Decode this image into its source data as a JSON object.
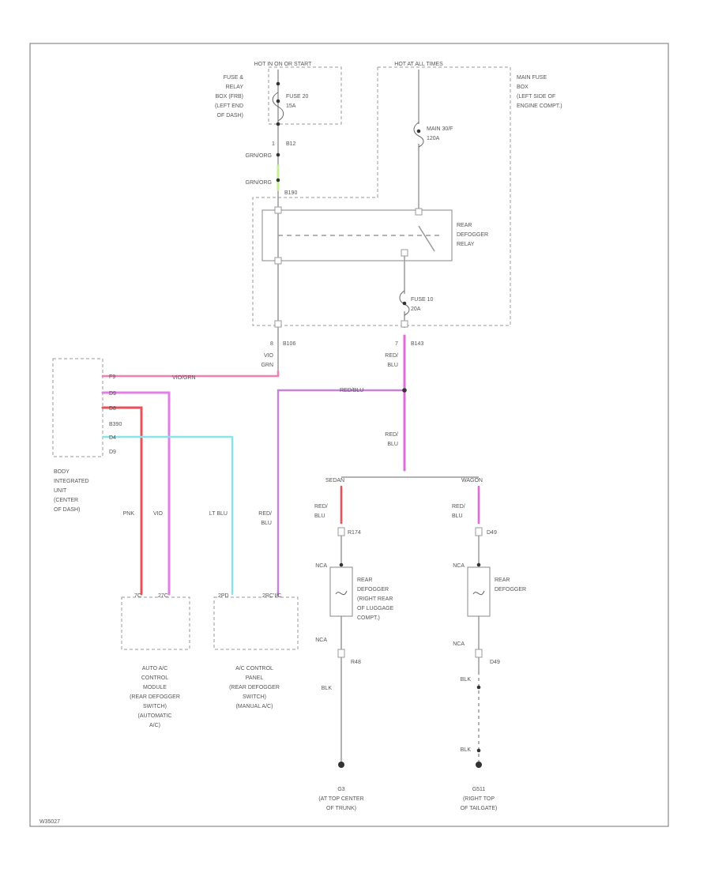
{
  "header": {
    "hot_run_start": "HOT IN ON OR START",
    "hot_all_times": "HOT AT ALL TIMES"
  },
  "fuse_relay_box": [
    "FUSE &",
    "RELAY",
    "BOX (FRB)",
    "(LEFT END",
    "OF DASH)"
  ],
  "fuse20": [
    "FUSE 20",
    "15A"
  ],
  "main_fuse_box": [
    "MAIN FUSE",
    "BOX",
    "(LEFT SIDE OF",
    "ENGINE COMPT.)"
  ],
  "main_fuse": [
    "MAIN 30/F",
    "120A"
  ],
  "rear_defogger_relay": [
    "REAR",
    "DEFOGGER",
    "RELAY"
  ],
  "fuse10": [
    "FUSE 10",
    "20A"
  ],
  "connectors": {
    "b12_pin": "1",
    "b12": "B12",
    "b190": "B190",
    "b106_pin": "8",
    "b106": "B106",
    "b143_pin": "7",
    "b143": "B143",
    "r174": "R174",
    "d49_upper": "D49",
    "d49_lower": "D49",
    "r48": "R48"
  },
  "wires": {
    "grn_org_1": "GRN/ORG",
    "grn_org_2": "GRN/ORG",
    "vio_grn_1": "VIO",
    "vio_grn_2": "GRN",
    "vio_grn_run": "VIO/GRN",
    "red_blu_1a": "RED/",
    "red_blu_1b": "BLU",
    "red_blu_run": "RED/BLU",
    "red_blu_2a": "RED/",
    "red_blu_2b": "BLU",
    "pnk": "PNK",
    "vio": "VIO",
    "lt_blu": "LT BLU",
    "red_blu_3a": "RED/",
    "red_blu_3b": "BLU",
    "sedan": "SEDAN",
    "wagon": "WAGON",
    "red_blu_4a": "RED/",
    "red_blu_4b": "BLU",
    "red_blu_5a": "RED/",
    "red_blu_5b": "BLU",
    "nca_1": "NCA",
    "nca_2": "NCA",
    "nca_3": "NCA",
    "nca_4": "NCA",
    "blk_1": "BLK",
    "blk_2": "BLK",
    "blk_3": "BLK"
  },
  "biu_pins": [
    "F9",
    "D9",
    "D8",
    "B390",
    "D4",
    "D9"
  ],
  "body_integrated_unit": [
    "BODY",
    "INTEGRATED",
    "UNIT",
    "(CENTER",
    "OF DASH)"
  ],
  "auto_ac_pins": [
    "7C",
    "27C"
  ],
  "auto_ac_module": [
    "AUTO A/C",
    "CONTROL",
    "MODULE",
    "(REAR DEFOGGER",
    "SWITCH)",
    "(AUTOMATIC",
    "A/C)"
  ],
  "ac_panel_pins": [
    "2PD",
    "2RC'I/C"
  ],
  "ac_control_panel": [
    "A/C CONTROL",
    "PANEL",
    "(REAR DEFOGGER",
    "SWITCH)",
    "(MANUAL A/C)"
  ],
  "rear_defogger_sedan": [
    "REAR",
    "DEFOGGER",
    "(RIGHT REAR",
    "OF LUGGAGE",
    "COMPT.)"
  ],
  "rear_defogger_wagon": [
    "REAR",
    "DEFOGGER"
  ],
  "ground_sedan": [
    "G3",
    "(AT TOP CENTER",
    "OF TRUNK)"
  ],
  "ground_wagon": [
    "G511",
    "(RIGHT TOP",
    "OF TAILGATE)"
  ],
  "footer": {
    "code": "W35027"
  },
  "colors": {
    "wire_gray": "#9a9a9a",
    "pink": "#f37fb1",
    "red": "#e8505a",
    "violet": "#e27fe7",
    "magenta": "#e06cd9",
    "cyan": "#87e4e8",
    "green": "#c6ee95",
    "dark": "#333333"
  }
}
